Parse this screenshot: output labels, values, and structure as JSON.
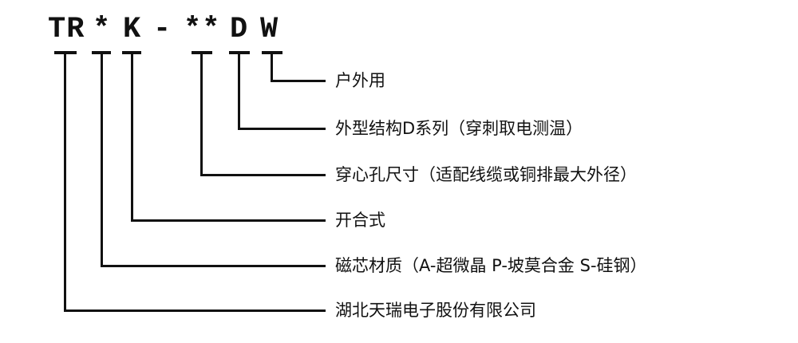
{
  "model_code": {
    "parts": [
      {
        "text": "TR"
      },
      {
        "text": "*"
      },
      {
        "text": "K"
      },
      {
        "text": "-"
      },
      {
        "text": "**"
      },
      {
        "text": "D"
      },
      {
        "text": "W"
      }
    ]
  },
  "callouts": [
    {
      "symbol": "W",
      "label": "户外用"
    },
    {
      "symbol": "D",
      "label": "外型结构D系列（穿刺取电测温）"
    },
    {
      "symbol": "**",
      "label": "穿心孔尺寸（适配线缆或铜排最大外径）"
    },
    {
      "symbol": "K",
      "label": "开合式"
    },
    {
      "symbol": "*",
      "label": "磁芯材质（A-超微晶 P-坡莫合金 S-硅钢）"
    },
    {
      "symbol": "TR",
      "label": "湖北天瑞电子股份有限公司"
    }
  ]
}
